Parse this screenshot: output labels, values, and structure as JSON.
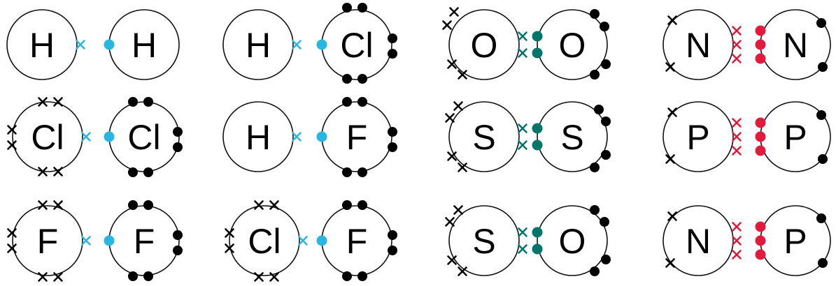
{
  "colors": {
    "single_bond": "#29b6e0",
    "double_bond": "#00766a",
    "triple_bond": "#e21b3c",
    "lone": "#000000"
  },
  "molecules": [
    {
      "left": "H",
      "right": "H",
      "bond": "single"
    },
    {
      "left": "H",
      "right": "Cl",
      "bond": "single"
    },
    {
      "left": "O",
      "right": "O",
      "bond": "double"
    },
    {
      "left": "N",
      "right": "N",
      "bond": "triple"
    },
    {
      "left": "Cl",
      "right": "Cl",
      "bond": "single"
    },
    {
      "left": "H",
      "right": "F",
      "bond": "single"
    },
    {
      "left": "S",
      "right": "S",
      "bond": "double"
    },
    {
      "left": "P",
      "right": "P",
      "bond": "triple"
    },
    {
      "left": "F",
      "right": "F",
      "bond": "single"
    },
    {
      "left": "Cl",
      "right": "F",
      "bond": "single"
    },
    {
      "left": "S",
      "right": "O",
      "bond": "double"
    },
    {
      "left": "N",
      "right": "P",
      "bond": "triple"
    }
  ]
}
